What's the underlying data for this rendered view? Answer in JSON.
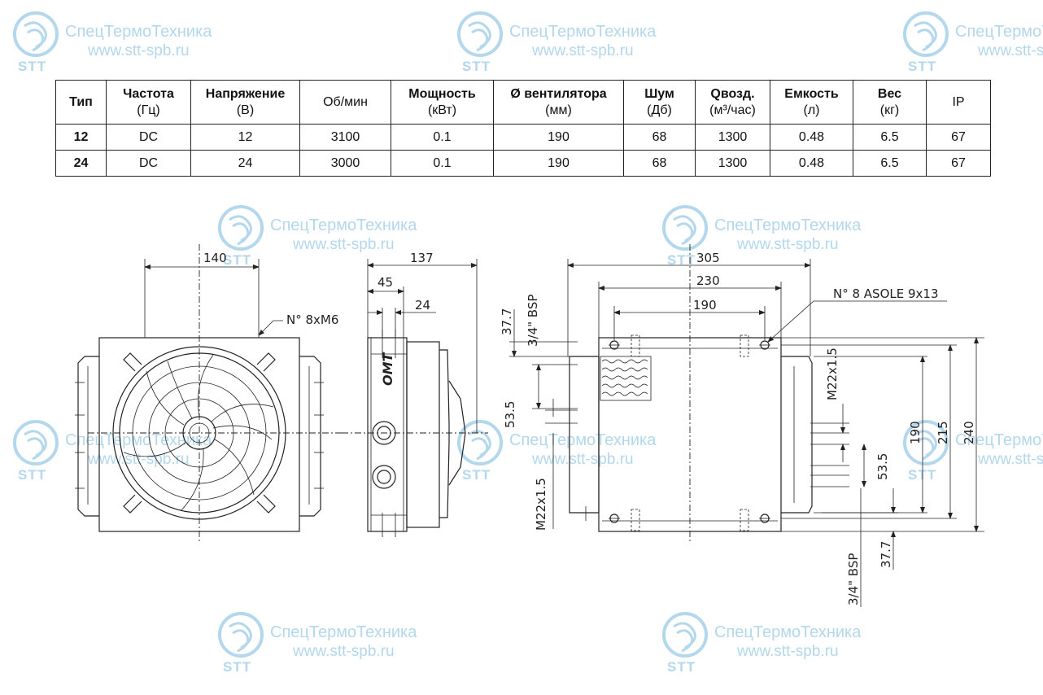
{
  "watermark": {
    "name": "СпецТермоТехника",
    "url": "www.stt-spb.ru",
    "short": "STT",
    "color": "#b3d7ec"
  },
  "table": {
    "headers": [
      {
        "main": "Тип",
        "sub": ""
      },
      {
        "main": "Частота",
        "sub": "(Гц)"
      },
      {
        "main": "Напряжение",
        "sub": "(В)"
      },
      {
        "main": "",
        "sub": "Об/мин"
      },
      {
        "main": "Мощность",
        "sub": "(кВт)"
      },
      {
        "main": "Ø вентилятора",
        "sub": "(мм)"
      },
      {
        "main": "Шум",
        "sub": "(Дб)"
      },
      {
        "main": "Qвозд.",
        "sub": "(м³/час)"
      },
      {
        "main": "Емкость",
        "sub": "(л)"
      },
      {
        "main": "Вес",
        "sub": "(кг)"
      },
      {
        "main": "",
        "sub": "IP"
      }
    ],
    "rows": [
      [
        "12",
        "DC",
        "12",
        "3100",
        "0.1",
        "190",
        "68",
        "1300",
        "0.48",
        "6.5",
        "67"
      ],
      [
        "24",
        "DC",
        "24",
        "3000",
        "0.1",
        "190",
        "68",
        "1300",
        "0.48",
        "6.5",
        "67"
      ]
    ]
  },
  "drawing": {
    "front": {
      "width_dim": "140",
      "bolts_note": "N° 8xM6"
    },
    "side": {
      "depth_dim": "137",
      "dim_45": "45",
      "dim_24": "24",
      "logo": "OMT",
      "port_thread": "M22x1.5",
      "port_offset": "53.5",
      "edge_offset": "37.7",
      "port_bsp": "3/4\" BSP"
    },
    "top": {
      "length_dim": "305",
      "mount_dim": "230",
      "fan_dim": "190",
      "holes_note": "N° 8 ASOLE 9x13",
      "port_thread": "M22x1.5",
      "port_offset": "53.5",
      "edge_offset": "37.7",
      "port_bsp": "3/4\" BSP",
      "height_190": "190",
      "height_215": "215",
      "height_240": "240"
    }
  }
}
